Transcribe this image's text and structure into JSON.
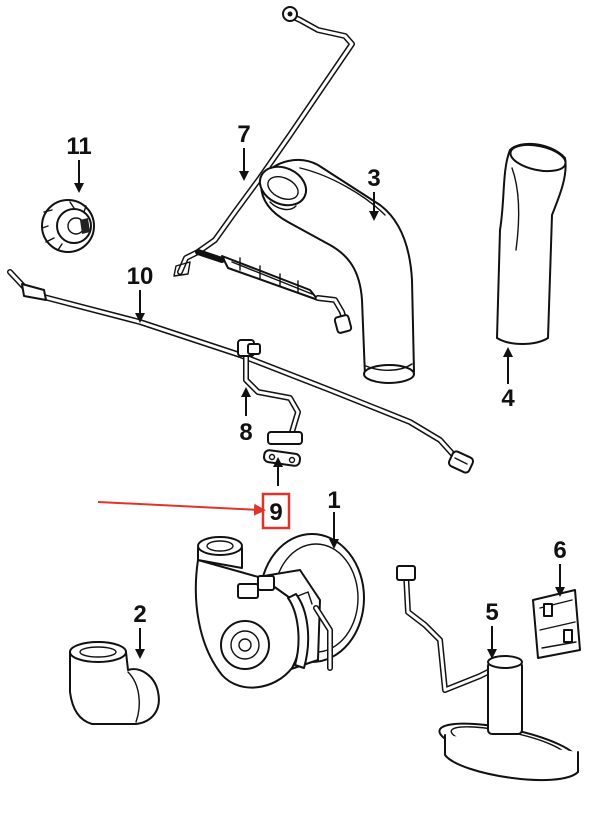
{
  "callouts": {
    "c1": "1",
    "c2": "2",
    "c3": "3",
    "c4": "4",
    "c5": "5",
    "c6": "6",
    "c7": "7",
    "c8": "8",
    "c9": "9",
    "c10": "10",
    "c11": "11"
  },
  "highlight": {
    "callout": "9",
    "box_color": "#e0342b",
    "arrow_color": "#e0342b"
  },
  "colors": {
    "line": "#111111",
    "background": "#ffffff"
  }
}
